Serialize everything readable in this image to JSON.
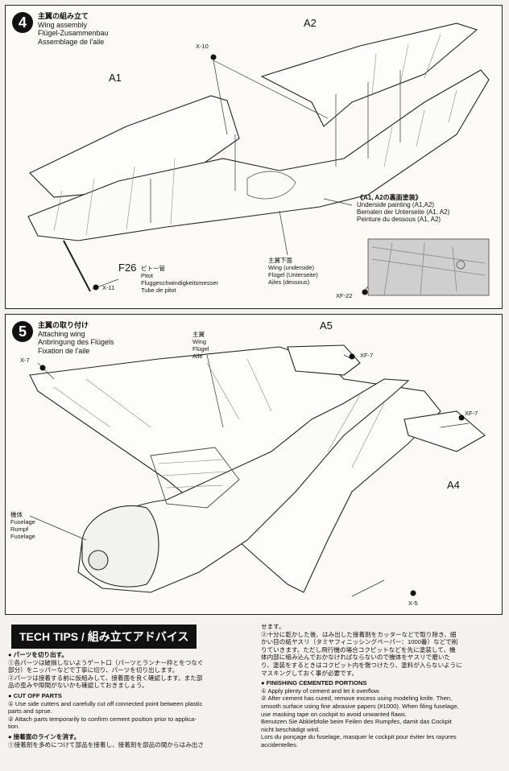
{
  "step4": {
    "number": "4",
    "title_jp": "主翼の組み立て",
    "title_en": "Wing assembly",
    "title_de": "Flügel-Zusammenbau",
    "title_fr": "Assemblage de l'aile",
    "parts": {
      "a1": "A1",
      "a2": "A2",
      "x10": "X-10",
      "x11": "X-11",
      "xf22": "XF-22",
      "f26": "F26"
    },
    "pitot": [
      "ピトー管",
      "Pitot",
      "Fluggeschwindigkeitsmesser",
      "Tube de pitot"
    ],
    "underside_painting": [
      "《A1, A2の裏面塗装》",
      "Underside painting (A1,A2)",
      "Bemalen der Unterseite (A1, A2)",
      "Peinture du dessous (A1, A2)"
    ],
    "wing_underside": [
      "主翼下面",
      "Wing (underside)",
      "Flügel (Unterseite)",
      "Ailes (dessous)"
    ]
  },
  "step5": {
    "number": "5",
    "title_jp": "主翼の取り付け",
    "title_en": "Attaching wing",
    "title_de": "Anbringung des Flügels",
    "title_fr": "Fixation de l'aile",
    "parts": {
      "a5": "A5",
      "a4": "A4",
      "x7": "X-7",
      "xf7a": "XF-7",
      "xf7b": "XF-7",
      "x5": "X-5"
    },
    "wing": [
      "主翼",
      "Wing",
      "Flügel",
      "Aile"
    ],
    "fuselage": [
      "機体",
      "Fuselage",
      "Rumpf",
      "Fuselage"
    ]
  },
  "tech_tips": {
    "title": "TECH TIPS / 組み立てアドバイス",
    "left": [
      {
        "t": "sec",
        "text": "パーツを切り出す。"
      },
      {
        "t": "p",
        "text": "①各パーツは破損しないようゲート口（パーツとランナー枠とをつなぐ"
      },
      {
        "t": "p",
        "text": "部分）をニッパーなどで丁寧に切り、パーツを切り出します。"
      },
      {
        "t": "p",
        "text": "②パーツは接着する前に仮組みして、接着面を良く確認します。また部"
      },
      {
        "t": "p",
        "text": "品の歪みや隙間がないかも確認しておきましょう。"
      },
      {
        "t": "sec",
        "text": "CUT OFF PARTS"
      },
      {
        "t": "p",
        "text": "① Use side cutters and carefully cut off connected point between plastic"
      },
      {
        "t": "p",
        "text": "parts and sprue."
      },
      {
        "t": "p",
        "text": "② Attach parts temporarily to confirm cement position prior to applica-"
      },
      {
        "t": "p",
        "text": "tion."
      },
      {
        "t": "sec",
        "text": "接着面のラインを消す。"
      },
      {
        "t": "p",
        "text": "①接着剤を多めにつけて部品を接着し、接着剤を部品の間からはみ出さ"
      }
    ],
    "right": [
      {
        "t": "p",
        "text": "せます。"
      },
      {
        "t": "p",
        "text": "②十分に乾かした後、はみ出した接着剤をカッターなどで取り除き、細"
      },
      {
        "t": "p",
        "text": "かい目の紙ヤスリ（タミヤフィニッシングペーパー：1000番）などで削"
      },
      {
        "t": "p",
        "text": "りていきます。ただし飛行機の場合コクピットなどを先に塗装して、機"
      },
      {
        "t": "p",
        "text": "体内部に組み込んでおかなければならないので機体をヤスリで磨いた"
      },
      {
        "t": "p",
        "text": "り、塗装をするときはコクピット内を傷つけたり、塗料が入らないように"
      },
      {
        "t": "p",
        "text": "マスキングしておく事が必要です。"
      },
      {
        "t": "sec",
        "text": "FINISHING CEMENTED PORTIONS"
      },
      {
        "t": "p",
        "text": "① Apply plenty of cement and let it overflow."
      },
      {
        "t": "p",
        "text": "② After cement has cured, remove excess using modeling knife. Then,"
      },
      {
        "t": "p",
        "text": "smooth surface using fine abrasive papers (#1000). When filing fuselage,"
      },
      {
        "t": "p",
        "text": "use masking tape on cockpit to avoid unwanted flaws."
      },
      {
        "t": "p",
        "text": "Benutzen Sie Abklebfolie beim Feilen des Rumpfes, damit das Cockpit"
      },
      {
        "t": "p",
        "text": "nicht beschädigt wird."
      },
      {
        "t": "p",
        "text": "Lors du ponçage du fuselage, masquer le cockpit pour éviter les rayures"
      },
      {
        "t": "p",
        "text": "accidentelles."
      }
    ]
  }
}
